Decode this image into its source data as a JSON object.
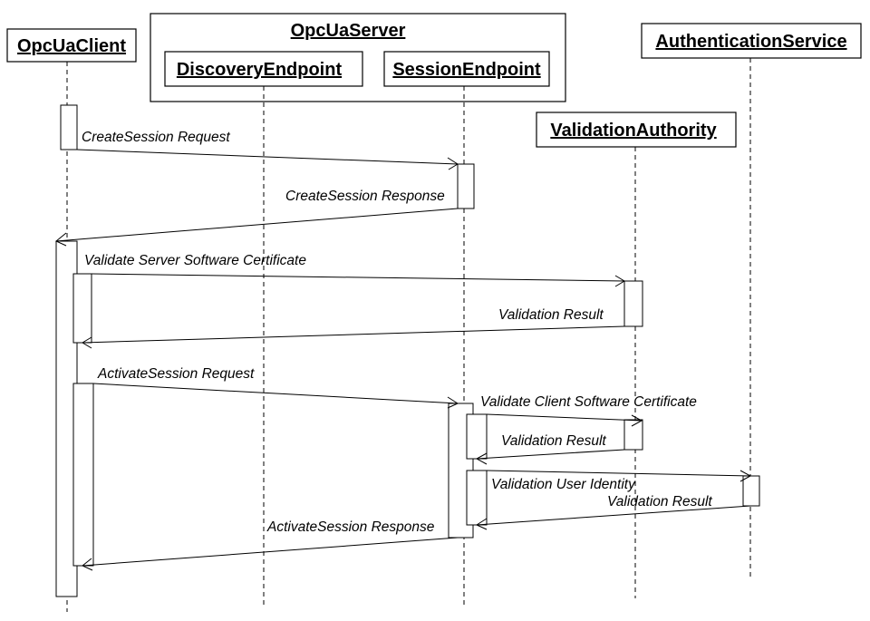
{
  "participants": {
    "client": "OpcUaClient",
    "server": "OpcUaServer",
    "discovery": "DiscoveryEndpoint",
    "session": "SessionEndpoint",
    "validation": "ValidationAuthority",
    "auth": "AuthenticationService"
  },
  "messages": {
    "create_request": "CreateSession Request",
    "create_response": "CreateSession Response",
    "validate_server_cert": "Validate Server Software Certificate",
    "validation_result_1": "Validation Result",
    "activate_request": "ActivateSession Request",
    "validate_client_cert": "Validate Client Software Certificate",
    "validation_result_2": "Validation Result",
    "validate_user": "Validation User Identity",
    "validation_result_3": "Validation Result",
    "activate_response": "ActivateSession Response"
  }
}
